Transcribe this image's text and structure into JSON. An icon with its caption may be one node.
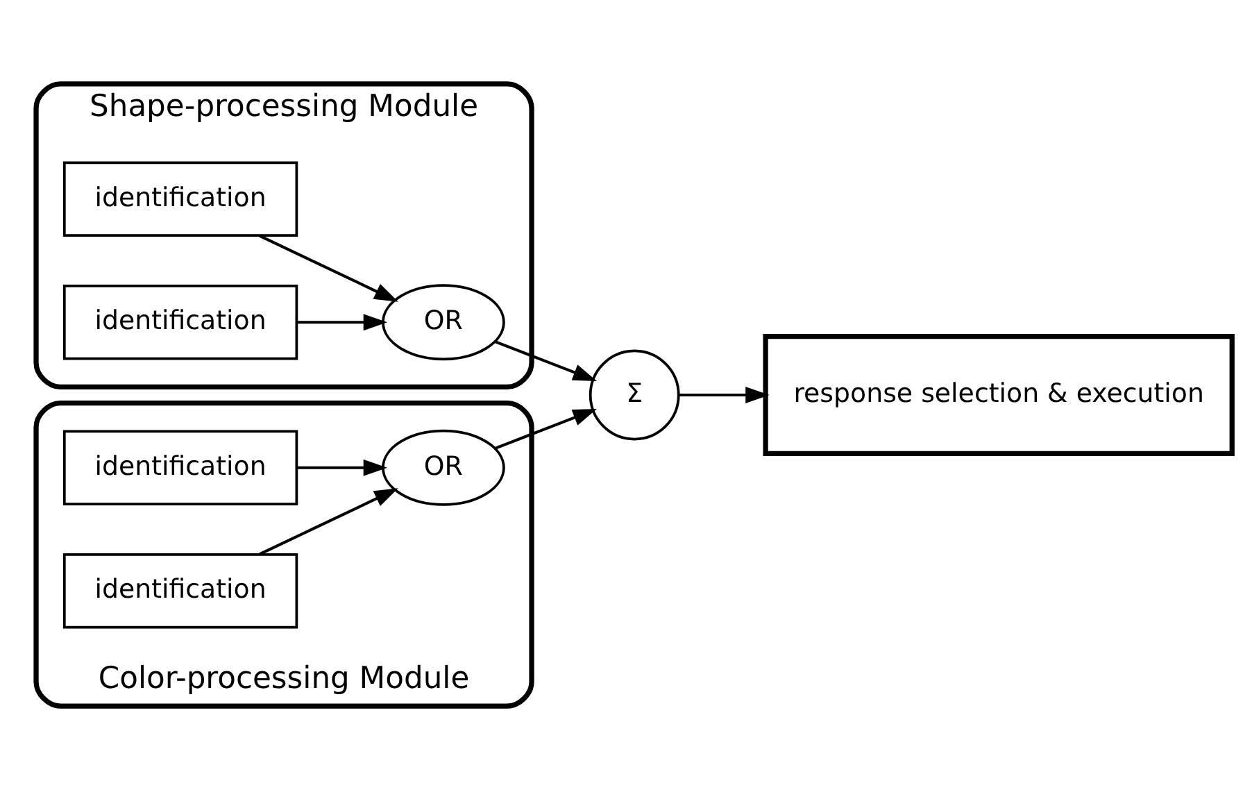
{
  "diagram": {
    "nodes": [
      {
        "text": [
          "Shape-processing Module"
        ]
      },
      {
        "text": [
          "identification"
        ],
        "in": 0
      },
      {
        "text": [
          "identification"
        ],
        "in": 0
      },
      {
        "text": [
          "OR"
        ],
        "in": 0
      },
      {
        "text": [
          "Σ"
        ]
      },
      {
        "text": [
          "response selection & execution"
        ]
      },
      {
        "text": [
          "Color-processing Module"
        ]
      },
      {
        "text": [
          "identification"
        ],
        "in": 6
      },
      {
        "text": [
          "identification"
        ],
        "in": 6
      },
      {
        "text": [
          "OR"
        ],
        "in": 6
      }
    ],
    "edges": [
      {
        "from": 1,
        "to": 3,
        "arrow": "to"
      },
      {
        "from": 2,
        "to": 3,
        "arrow": "to"
      },
      {
        "from": 3,
        "to": 4,
        "arrow": "to"
      },
      {
        "from": 9,
        "to": 4,
        "arrow": "to"
      },
      {
        "from": 4,
        "to": 5,
        "arrow": "to"
      },
      {
        "from": 7,
        "to": 9,
        "arrow": "to"
      },
      {
        "from": 8,
        "to": 9,
        "arrow": "to"
      }
    ]
  }
}
